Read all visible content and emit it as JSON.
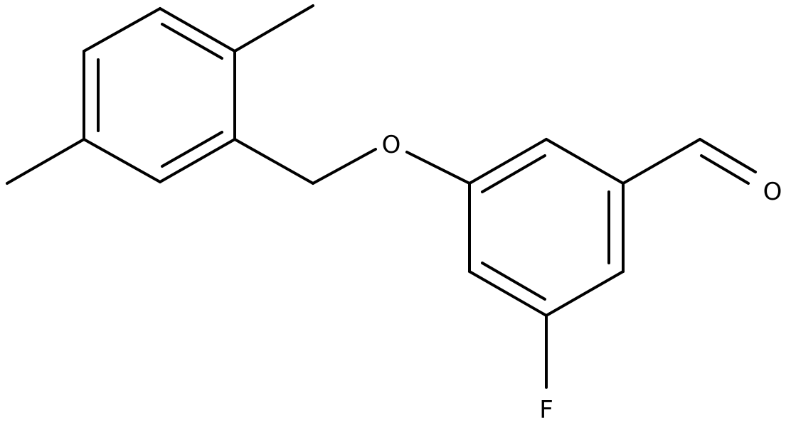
{
  "atoms": {
    "ether_oxygen": "O",
    "carbonyl_oxygen": "O",
    "fluorine": "F"
  },
  "colors": {
    "bond": "#000000",
    "background": "#ffffff"
  }
}
